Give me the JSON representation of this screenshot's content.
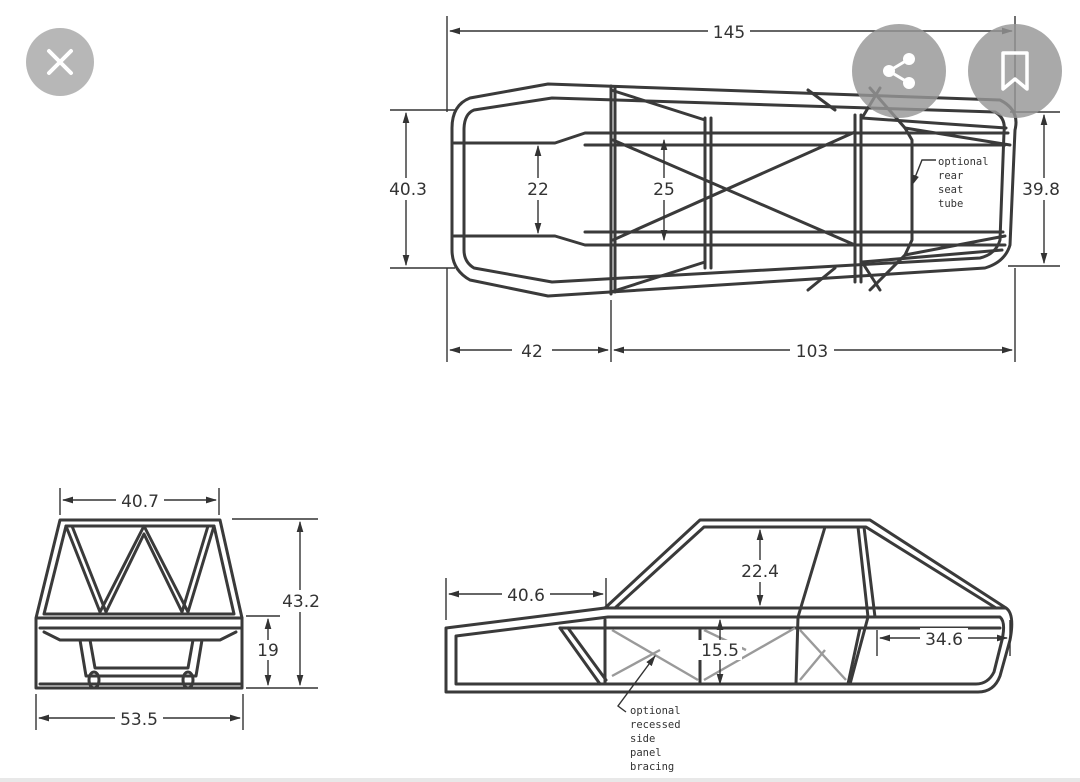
{
  "viewer": {
    "close_icon": "close-icon",
    "share_icon": "share-icon",
    "bookmark_icon": "bookmark-icon",
    "accent_color": "#9a9a9a"
  },
  "drawing": {
    "top_view": {
      "dim_overall_length": "145",
      "dim_width_front": "40.3",
      "dim_width_nose_inner": "22",
      "dim_width_seat_inner": "25",
      "dim_width_rear": "39.8",
      "dim_nose_length": "42",
      "dim_rear_length": "103",
      "note_rear_seat": [
        "optional",
        "rear",
        "seat",
        "tube"
      ]
    },
    "front_view": {
      "dim_top_width": "40.7",
      "dim_height": "43.2",
      "dim_lower_height": "19",
      "dim_bottom_width": "53.5"
    },
    "side_view": {
      "dim_nose_length": "40.6",
      "dim_roll_cage_height": "22.4",
      "dim_floor_height": "15.5",
      "dim_rear_length": "34.6",
      "note_side_bracing": [
        "optional",
        "recessed",
        "side",
        "panel",
        "bracing"
      ]
    }
  }
}
